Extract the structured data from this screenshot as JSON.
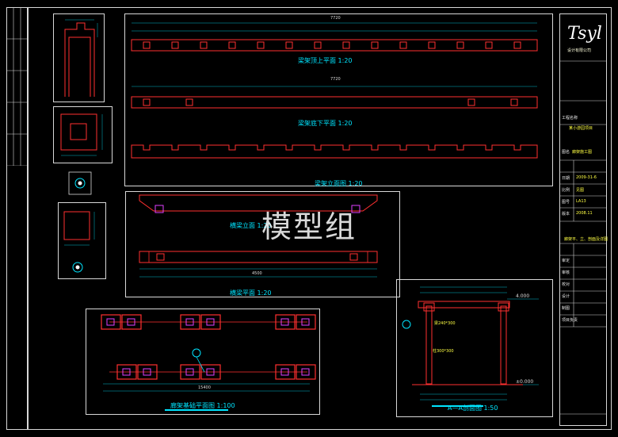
{
  "watermark": "模型组",
  "drawings": {
    "beam_plan_top": {
      "caption": "梁架顶上平面 1:20",
      "overall": "7720"
    },
    "beam_plan_bottom": {
      "caption": "梁架底下平面 1:20",
      "overall": "7720"
    },
    "beam_elevation": {
      "caption": "梁架立面图 1:20"
    },
    "side_beam_top": {
      "caption": "横梁立面 1:20"
    },
    "side_beam_bottom": {
      "caption": "横梁平面 1:20",
      "overall": "4500"
    },
    "plan": {
      "caption": "廊架基础平面图 1:100",
      "overall": "15400"
    },
    "section": {
      "caption": "A—A剖面图 1:50",
      "level_top": "4.000",
      "level_ground": "±0.000",
      "post_label": "柱300*300",
      "beam_label": "梁240*300"
    }
  },
  "title_block": {
    "logo": "Tsyl",
    "company": "设计有限公司",
    "project_label": "工程名称",
    "project_name": "某小游园项目",
    "drawing_label": "图名",
    "drawing_name": "廊架施工图",
    "date_label": "日期",
    "date": "2009-31-6",
    "scale_label": "比例",
    "scale": "见图",
    "no_label": "图号",
    "no": "LA13",
    "version_label": "版本",
    "version": "2008.11",
    "notes": "廊架平、立、剖面及详图",
    "rows": [
      "审定",
      "审核",
      "校对",
      "设计",
      "制图",
      "项目负责"
    ]
  }
}
